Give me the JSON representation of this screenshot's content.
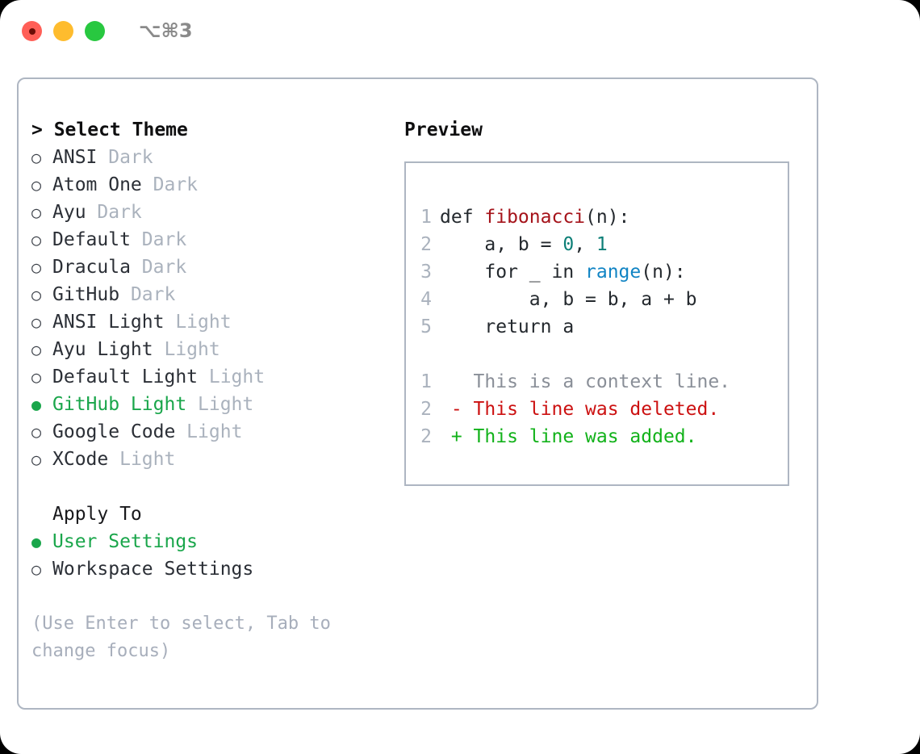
{
  "window": {
    "shortcut": "⌥⌘3",
    "traffic_lights": [
      {
        "name": "close",
        "color": "#ff5f57"
      },
      {
        "name": "minimize",
        "color": "#febc2e"
      },
      {
        "name": "maximize",
        "color": "#28c840"
      }
    ]
  },
  "colors": {
    "selected_green": "#1aa64b",
    "muted": "#aab2bd",
    "border": "#aeb6c2",
    "diff_add": "#12b21a",
    "diff_del": "#cc1111"
  },
  "theme_picker": {
    "title": "> Select Theme",
    "bullet_selected": "●",
    "bullet_unselected": "○",
    "items": [
      {
        "label": "ANSI",
        "kind": "Dark",
        "selected": false
      },
      {
        "label": "Atom One",
        "kind": "Dark",
        "selected": false
      },
      {
        "label": "Ayu",
        "kind": "Dark",
        "selected": false
      },
      {
        "label": "Default",
        "kind": "Dark",
        "selected": false
      },
      {
        "label": "Dracula",
        "kind": "Dark",
        "selected": false
      },
      {
        "label": "GitHub",
        "kind": "Dark",
        "selected": false
      },
      {
        "label": "ANSI Light",
        "kind": "Light",
        "selected": false
      },
      {
        "label": "Ayu Light",
        "kind": "Light",
        "selected": false
      },
      {
        "label": "Default Light",
        "kind": "Light",
        "selected": false
      },
      {
        "label": "GitHub Light",
        "kind": "Light",
        "selected": true
      },
      {
        "label": "Google Code",
        "kind": "Light",
        "selected": false
      },
      {
        "label": "XCode",
        "kind": "Light",
        "selected": false
      }
    ]
  },
  "apply_to": {
    "title": "Apply To",
    "items": [
      {
        "label": "User Settings",
        "selected": true
      },
      {
        "label": "Workspace Settings",
        "selected": false
      }
    ]
  },
  "hint": "(Use Enter to select, Tab to change focus)",
  "preview": {
    "title": "Preview",
    "code_lines": [
      {
        "no": "1",
        "parts": [
          {
            "t": "def ",
            "c": "plain"
          },
          {
            "t": "fibonacci",
            "c": "fn"
          },
          {
            "t": "(n):",
            "c": "plain"
          }
        ]
      },
      {
        "no": "2",
        "parts": [
          {
            "t": "    a, b = ",
            "c": "plain"
          },
          {
            "t": "0",
            "c": "num"
          },
          {
            "t": ", ",
            "c": "plain"
          },
          {
            "t": "1",
            "c": "num"
          }
        ]
      },
      {
        "no": "3",
        "parts": [
          {
            "t": "    for _ in ",
            "c": "plain"
          },
          {
            "t": "range",
            "c": "call"
          },
          {
            "t": "(n):",
            "c": "plain"
          }
        ]
      },
      {
        "no": "4",
        "parts": [
          {
            "t": "        a, b = b, a + b",
            "c": "plain"
          }
        ]
      },
      {
        "no": "5",
        "parts": [
          {
            "t": "    return a",
            "c": "plain"
          }
        ]
      }
    ],
    "diff_lines": [
      {
        "no": "1",
        "marker": " ",
        "text": "This is a context line.",
        "kind": "ctx"
      },
      {
        "no": "2",
        "marker": "-",
        "text": "This line was deleted.",
        "kind": "del"
      },
      {
        "no": "2",
        "marker": "+",
        "text": "This line was added.",
        "kind": "add"
      }
    ]
  }
}
